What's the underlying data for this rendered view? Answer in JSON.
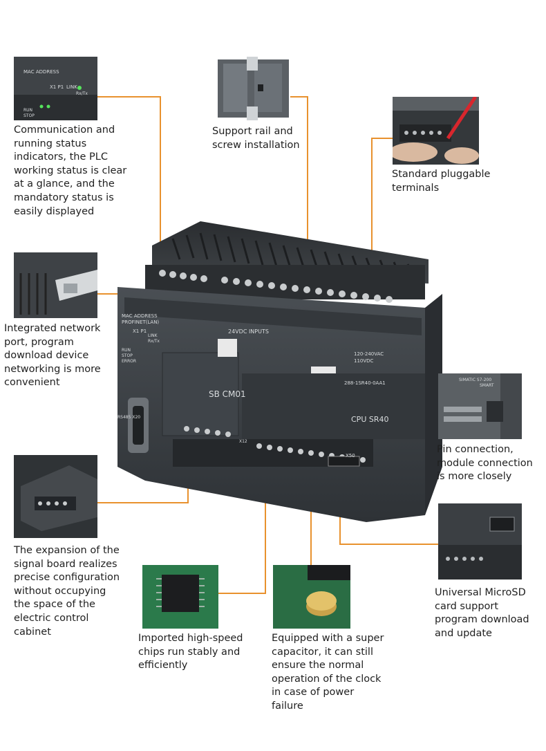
{
  "product": {
    "model_label": "CPU SR40",
    "signal_board_label": "SB CM01",
    "inputs_label": "24VDC INPUTS",
    "power_label": "120-240VAC",
    "power_label_2": "110VDC",
    "part_number": "288-1SR40-0AA1",
    "mac_label": "MAC ADDRESS",
    "profinet_label": "PROFINET(LAN)",
    "port_label": "X1 P1",
    "link_label": "LINK",
    "rxtx_label": "Rx/Tx",
    "run_label": "RUN",
    "stop_label": "STOP",
    "error_label": "ERROR",
    "rs485_label": "RS485 X20",
    "sd_label": "X50",
    "x12_label": "X12"
  },
  "thumb_labels": {
    "simatic": "SIMATIC S7-200",
    "smart": "SMART",
    "mac_address": "MAC ADDRESS",
    "x1p1": "X1 P1",
    "link": "LINK",
    "rxtx": "Rx/Tx",
    "run": "RUN",
    "stop": "STOP"
  },
  "features": [
    {
      "id": "status-indicators",
      "text": "Communication and running status indicators, the PLC working status is clear at a glance, and the mandatory status is easily displayed"
    },
    {
      "id": "rail-install",
      "text": "Support rail and screw installation"
    },
    {
      "id": "pluggable-terminals",
      "text": "Standard pluggable terminals"
    },
    {
      "id": "network-port",
      "text": "Integrated network port, program download device networking is more convenient"
    },
    {
      "id": "pin-connection",
      "text": "Pin connection, module connection is more closely"
    },
    {
      "id": "signal-board",
      "text": "The expansion of the signal board realizes precise configuration without occupying the space of the electric control cabinet"
    },
    {
      "id": "microsd",
      "text": "Universal MicroSD card support program download and update"
    },
    {
      "id": "chips",
      "text": "Imported high-speed chips run stably and efficiently"
    },
    {
      "id": "super-capacitor",
      "text": "Equipped with a super capacitor, it can still ensure the normal operation of the clock in case of power failure"
    }
  ],
  "colors": {
    "leader_line": "#e8912d",
    "plc_body": "#3b3f43",
    "plc_dark": "#26292c",
    "pcb_green": "#2e7d4f"
  }
}
